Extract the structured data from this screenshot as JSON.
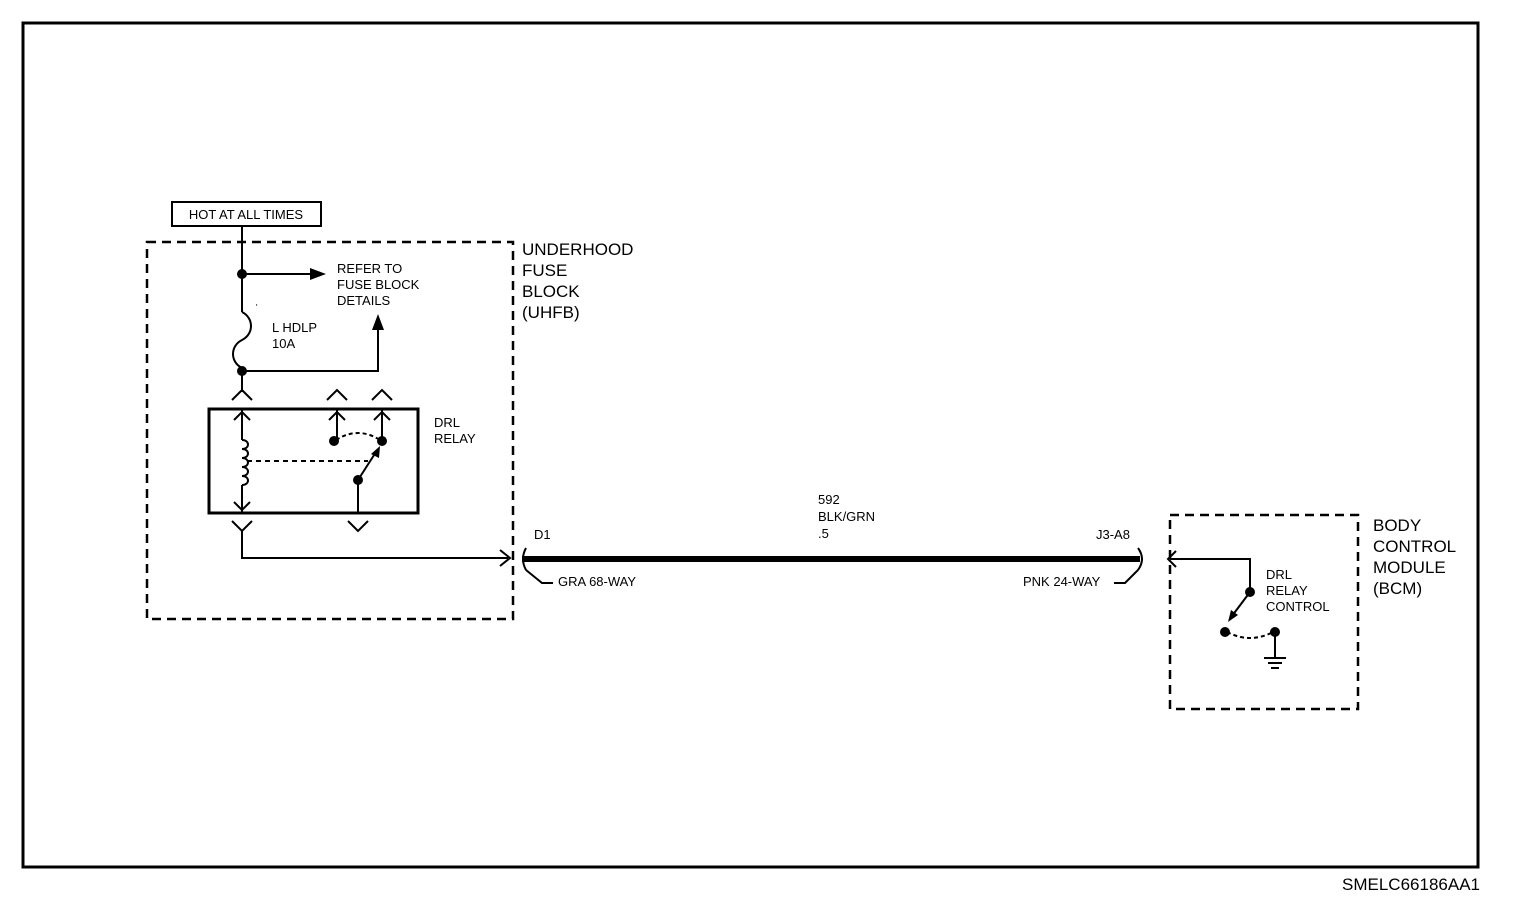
{
  "hot_label": "HOT AT ALL TIMES",
  "uhfb": {
    "l1": "UNDERHOOD",
    "l2": "FUSE",
    "l3": "BLOCK",
    "l4": "(UHFB)"
  },
  "refer": {
    "l1": "REFER TO",
    "l2": "FUSE BLOCK",
    "l3": "DETAILS"
  },
  "fuse": {
    "name": "L HDLP",
    "rating": "10A"
  },
  "relay": {
    "l1": "DRL",
    "l2": "RELAY"
  },
  "wire": {
    "circuit": "592",
    "color": "BLK/GRN",
    "gauge": ".5"
  },
  "conn_left": {
    "pin": "D1",
    "name": "GRA 68-WAY"
  },
  "conn_right": {
    "pin": "J3-A8",
    "name": "PNK 24-WAY"
  },
  "bcm": {
    "l1": "BODY",
    "l2": "CONTROL",
    "l3": "MODULE",
    "l4": "(BCM)"
  },
  "bcm_ctrl": {
    "l1": "DRL",
    "l2": "RELAY",
    "l3": "CONTROL"
  },
  "diagram_id": "SMELC66186AA1"
}
